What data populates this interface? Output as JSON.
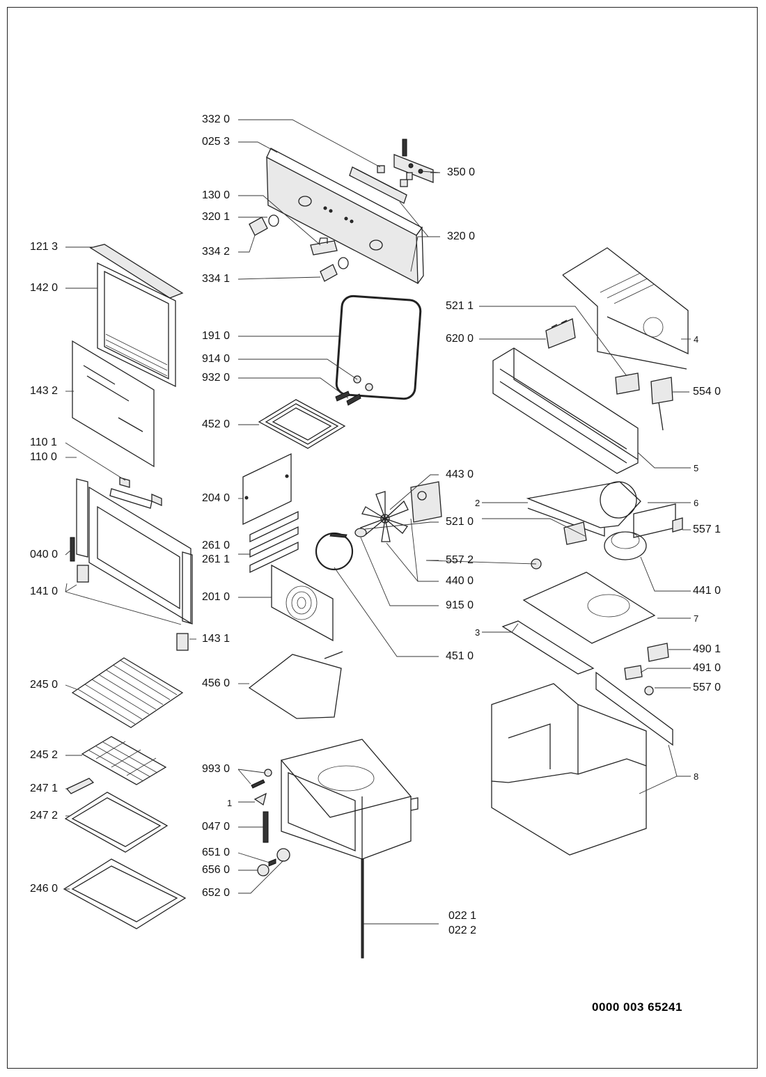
{
  "document_number": "0000 003 65241",
  "callouts": [
    {
      "id": "c-332-0",
      "text": "332 0"
    },
    {
      "id": "c-025-3",
      "text": "025 3"
    },
    {
      "id": "c-130-0",
      "text": "130 0"
    },
    {
      "id": "c-320-1",
      "text": "320 1"
    },
    {
      "id": "c-334-2",
      "text": "334 2"
    },
    {
      "id": "c-334-1",
      "text": "334 1"
    },
    {
      "id": "c-350-0",
      "text": "350 0"
    },
    {
      "id": "c-320-0",
      "text": "320 0"
    },
    {
      "id": "c-121-3",
      "text": "121 3"
    },
    {
      "id": "c-142-0",
      "text": "142 0"
    },
    {
      "id": "c-143-2",
      "text": "143 2"
    },
    {
      "id": "c-110-1",
      "text": "110 1"
    },
    {
      "id": "c-110-0",
      "text": "110 0"
    },
    {
      "id": "c-040-0",
      "text": "040 0"
    },
    {
      "id": "c-141-0",
      "text": "141 0"
    },
    {
      "id": "c-143-1",
      "text": "143 1"
    },
    {
      "id": "c-191-0",
      "text": "191 0"
    },
    {
      "id": "c-914-0",
      "text": "914 0"
    },
    {
      "id": "c-932-0",
      "text": "932 0"
    },
    {
      "id": "c-452-0",
      "text": "452 0"
    },
    {
      "id": "c-204-0",
      "text": "204 0"
    },
    {
      "id": "c-261-0",
      "text": "261 0"
    },
    {
      "id": "c-261-1",
      "text": "261 1"
    },
    {
      "id": "c-201-0",
      "text": "201 0"
    },
    {
      "id": "c-456-0",
      "text": "456 0"
    },
    {
      "id": "c-443-0",
      "text": "443 0"
    },
    {
      "id": "c-521-0",
      "text": "521 0"
    },
    {
      "id": "c-557-2",
      "text": "557 2"
    },
    {
      "id": "c-440-0",
      "text": "440 0"
    },
    {
      "id": "c-915-0",
      "text": "915 0"
    },
    {
      "id": "c-451-0",
      "text": "451 0"
    },
    {
      "id": "c-521-1",
      "text": "521 1"
    },
    {
      "id": "c-620-0",
      "text": "620 0"
    },
    {
      "id": "c-554-0",
      "text": "554 0"
    },
    {
      "id": "c-4",
      "text": "4"
    },
    {
      "id": "c-5",
      "text": "5"
    },
    {
      "id": "c-2",
      "text": "2"
    },
    {
      "id": "c-6",
      "text": "6"
    },
    {
      "id": "c-557-1",
      "text": "557 1"
    },
    {
      "id": "c-441-0",
      "text": "441 0"
    },
    {
      "id": "c-7",
      "text": "7"
    },
    {
      "id": "c-3",
      "text": "3"
    },
    {
      "id": "c-490-1",
      "text": "490 1"
    },
    {
      "id": "c-491-0",
      "text": "491 0"
    },
    {
      "id": "c-557-0",
      "text": "557 0"
    },
    {
      "id": "c-8",
      "text": "8"
    },
    {
      "id": "c-245-0",
      "text": "245 0"
    },
    {
      "id": "c-245-2",
      "text": "245 2"
    },
    {
      "id": "c-247-1",
      "text": "247 1"
    },
    {
      "id": "c-247-2",
      "text": "247 2"
    },
    {
      "id": "c-246-0",
      "text": "246 0"
    },
    {
      "id": "c-993-0",
      "text": "993 0"
    },
    {
      "id": "c-1",
      "text": "1"
    },
    {
      "id": "c-047-0",
      "text": "047 0"
    },
    {
      "id": "c-651-0",
      "text": "651 0"
    },
    {
      "id": "c-656-0",
      "text": "656 0"
    },
    {
      "id": "c-652-0",
      "text": "652 0"
    },
    {
      "id": "c-022-1",
      "text": "022 1"
    },
    {
      "id": "c-022-2",
      "text": "022 2"
    }
  ]
}
